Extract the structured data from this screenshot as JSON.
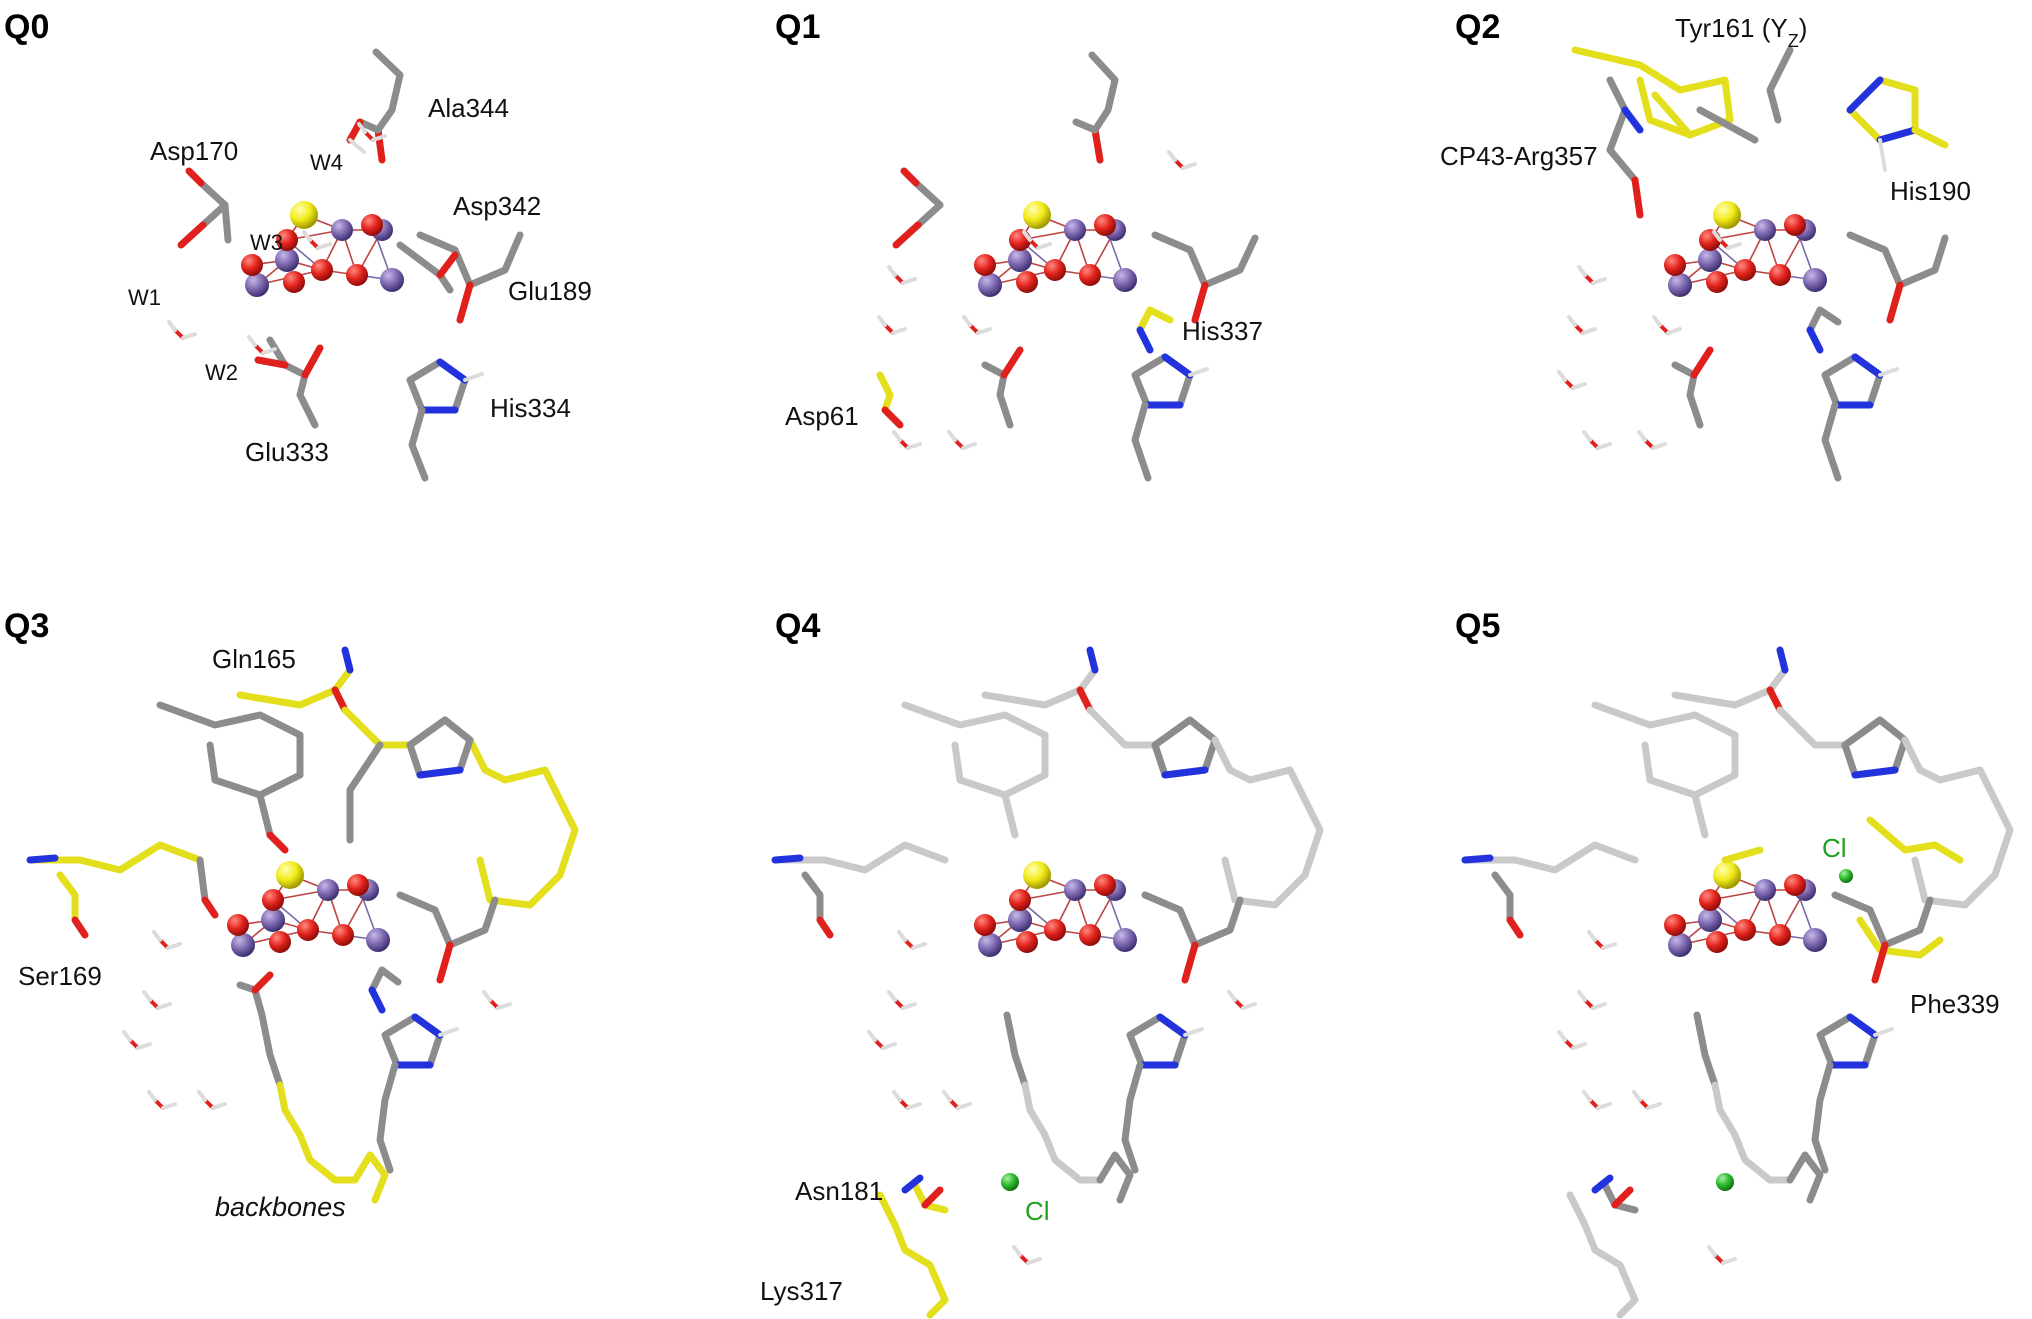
{
  "panels": [
    {
      "id": "q0",
      "label": "Q0",
      "annotations": [
        "Ala344",
        "Asp170",
        "W4",
        "Asp342",
        "W3",
        "Glu189",
        "W1",
        "W2",
        "His334",
        "Glu333"
      ]
    },
    {
      "id": "q1",
      "label": "Q1",
      "annotations": [
        "His337",
        "Asp61"
      ]
    },
    {
      "id": "q2",
      "label": "Q2",
      "annotations": [
        "CP43-Arg357",
        "His190"
      ],
      "tyr": {
        "main": "Tyr161 (Y",
        "sub": "Z",
        "close": ")"
      }
    },
    {
      "id": "q3",
      "label": "Q3",
      "annotations": [
        "Gln165",
        "Ser169"
      ],
      "italic": "backbones"
    },
    {
      "id": "q4",
      "label": "Q4",
      "annotations": [
        "Asn181",
        "Cl",
        "Lys317"
      ]
    },
    {
      "id": "q5",
      "label": "Q5",
      "annotations": [
        "Cl",
        "Phe339"
      ]
    }
  ],
  "colors": {
    "carbon": "#8c8c8c",
    "carbon_light": "#c9c9c9",
    "oxygen": "#e0201c",
    "nitrogen": "#2233dd",
    "highlight": "#e3df1c",
    "manganese": "#7d68b0",
    "calcium": "#f1ea1a",
    "chloride": "#2dbb2d"
  },
  "icons": [
    "manganese-atom",
    "calcium-atom",
    "oxygen-atom",
    "chloride-atom"
  ]
}
